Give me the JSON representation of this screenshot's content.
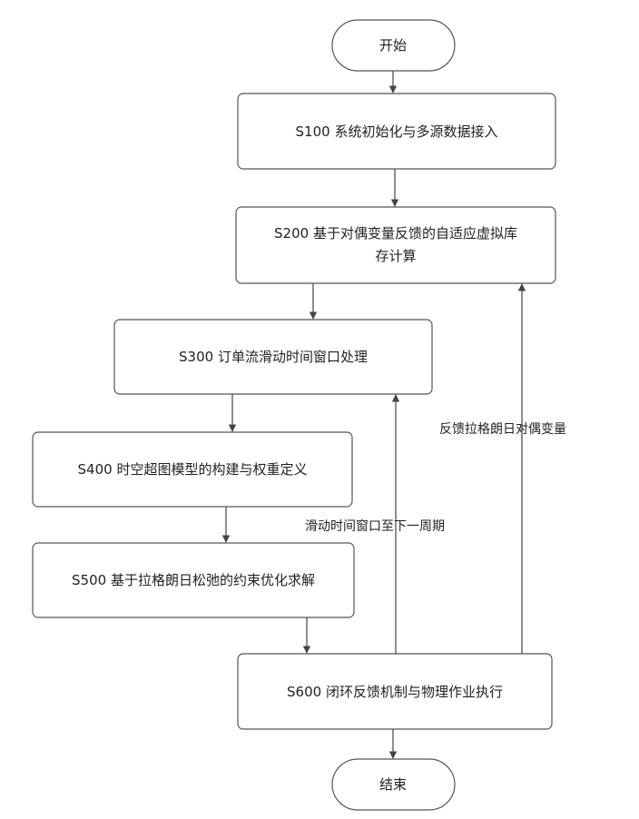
{
  "diagram": {
    "nodes": {
      "start": "开始",
      "s100": "S100 系统初始化与多源数据接入",
      "s200_line1": "S200 基于对偶变量反馈的自适应虚拟库",
      "s200_line2": "存计算",
      "s300": "S300 订单流滑动时间窗口处理",
      "s400": "S400 时空超图模型的构建与权重定义",
      "s500": "S500 基于拉格朗日松弛的约束优化求解",
      "s600": "S600 闭环反馈机制与物理作业执行",
      "end": "结束"
    },
    "edge_labels": {
      "feedback_dual": "反馈拉格朗日对偶变量",
      "slide_window": "滑动时间窗口至下一周期"
    },
    "colors": {
      "stroke": "#555555",
      "fill": "#ffffff",
      "text": "#222222"
    }
  }
}
